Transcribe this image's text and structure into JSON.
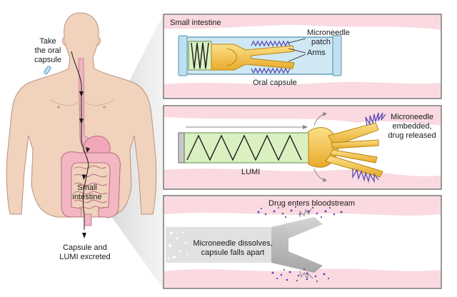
{
  "body_panel": {
    "take_capsule_label": [
      "Take",
      "the oral",
      "capsule"
    ],
    "small_intestine_label": [
      "Small",
      "intestine"
    ],
    "excreted_label": [
      "Capsule and",
      "LUMI excreted"
    ]
  },
  "panel_1": {
    "title": "Small intestine",
    "microneedle_patch_label": [
      "Microneedle",
      "patch"
    ],
    "arms_label": "Arms",
    "capsule_label": "Oral capsule"
  },
  "panel_2": {
    "embedded_label": [
      "Microneedle",
      "embedded,",
      "drug released"
    ],
    "lumi_label": "LUMI"
  },
  "panel_3": {
    "bloodstream_label": "Drug enters bloodstream",
    "dissolves_label": [
      "Microneedle dissolves,",
      "capsule falls apart"
    ]
  },
  "colors": {
    "skin": "#f0d2bd",
    "skin_outline": "#b9937d",
    "intestine": "#f2b7c2",
    "tissue_pink": "#f8cdd6",
    "arms_gold": "#f3c24a",
    "arms_outline": "#b8860b",
    "needle_purple": "#5b4bb5",
    "spring_green": "#d9f0c0",
    "capsule_blue": "#cfe8f3",
    "panel_border": "#555555"
  }
}
